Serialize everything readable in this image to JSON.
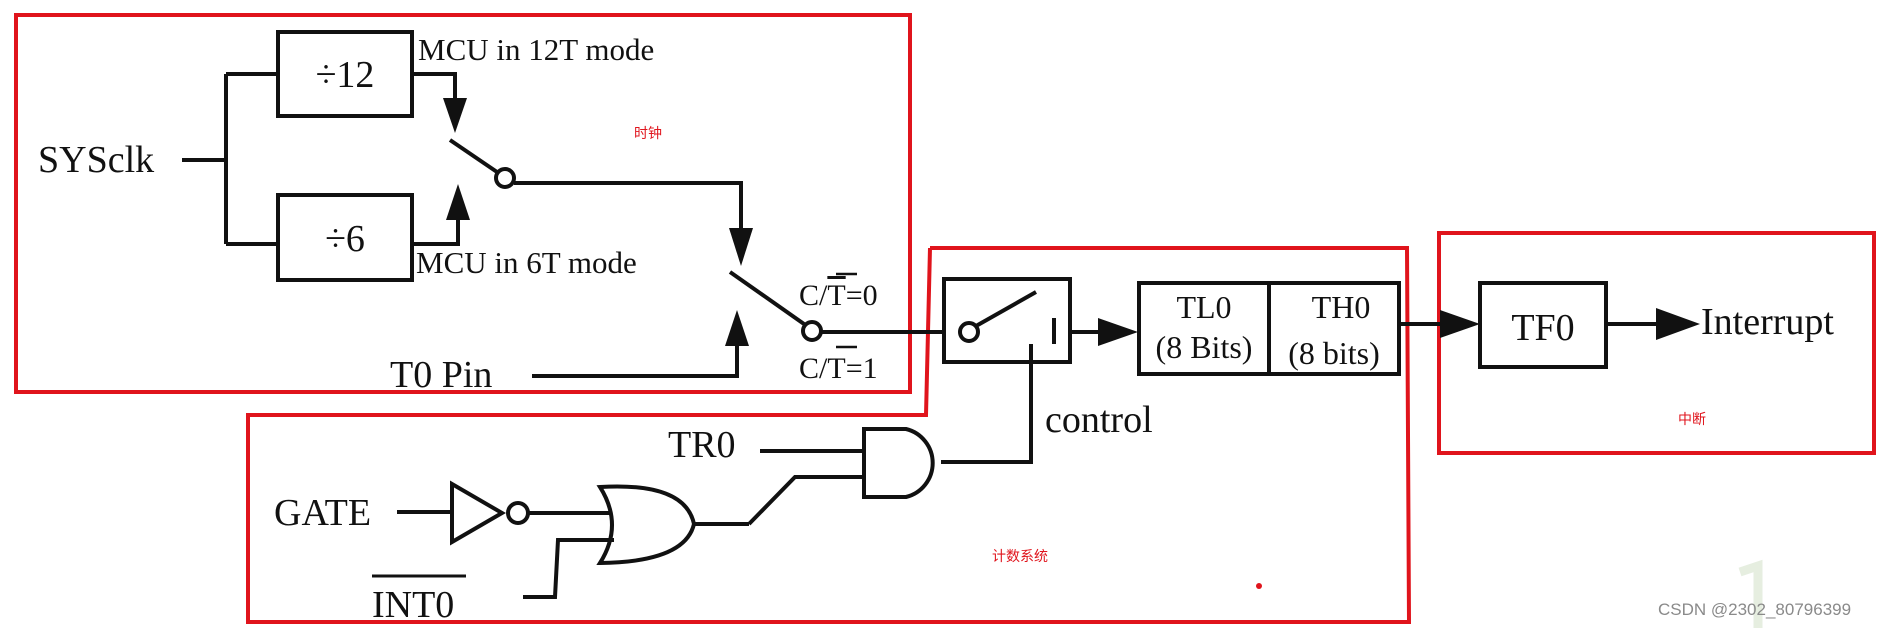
{
  "regions": {
    "clock": "时钟",
    "counting_system": "计数系统",
    "interrupt": "中断"
  },
  "clock": {
    "source": "SYSclk",
    "div12": "÷12",
    "div6": "÷6",
    "mode12": "MCU in 12T mode",
    "mode6": "MCU in 6T mode",
    "ext_pin": "T0 Pin",
    "ct0_prefix": "C/",
    "ct0_bar": "T",
    "ct0_suffix": "=0",
    "ct1_prefix": "C/",
    "ct1_bar": "T",
    "ct1_suffix": "=1"
  },
  "counter": {
    "control": "control",
    "tr0": "TR0",
    "gate": "GATE",
    "int0": "INT0",
    "tl0_name": "TL0",
    "tl0_bits": "(8 Bits)",
    "th0_name": "TH0",
    "th0_bits": "(8 bits)"
  },
  "interrupt": {
    "flag": "TF0",
    "output": "Interrupt"
  },
  "watermark": "CSDN @2302_80796399"
}
